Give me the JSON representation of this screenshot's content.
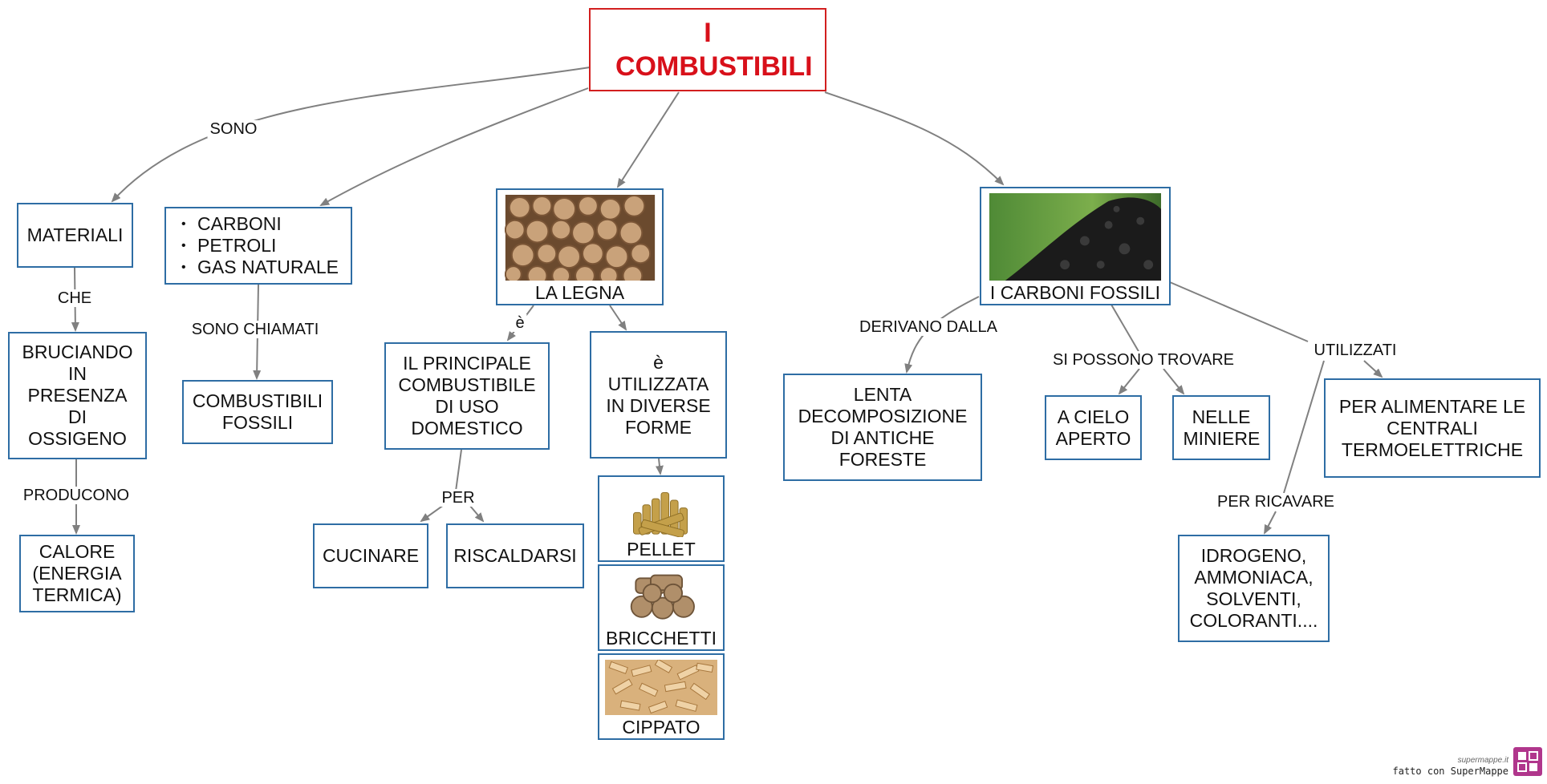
{
  "title": "I COMBUSTIBILI",
  "nodes": {
    "materiali": "MATERIALI",
    "bruciando": "BRUCIANDO IN PRESENZA DI OSSIGENO",
    "calore": "CALORE (ENERGIA TERMICA)",
    "tipi": [
      "CARBONI",
      "PETROLI",
      "GAS NATURALE"
    ],
    "combustibili_fossili": "COMBUSTIBILI FOSSILI",
    "legna": "LA LEGNA",
    "principale": "IL PRINCIPALE COMBUSTIBILE DI USO DOMESTICO",
    "utilizzata": "è UTILIZZATA IN DIVERSE FORME",
    "cucinare": "CUCINARE",
    "riscaldarsi": "RISCALDARSI",
    "pellet": "PELLET",
    "bricchetti": "BRICCHETTI",
    "cippato": "CIPPATO",
    "carboni_fossili": "I CARBONI FOSSILI",
    "lenta": "LENTA DECOMPOSIZIONE DI ANTICHE FORESTE",
    "cielo": "A CIELO APERTO",
    "miniere": "NELLE MINIERE",
    "centrali": "PER ALIMENTARE LE CENTRALI TERMOELETTRICHE",
    "idrogeno": "IDROGENO, AMMONIACA, SOLVENTI, COLORANTI...."
  },
  "links": {
    "sono": "SONO",
    "che": "CHE",
    "producono": "PRODUCONO",
    "sono_chiamati": "SONO CHIAMATI",
    "e_legna": "è",
    "per": "PER",
    "derivano": "DERIVANO DALLA",
    "si_possono": "SI POSSONO TROVARE",
    "utilizzati": "UTILIZZATI",
    "per_ricavare": "PER RICAVARE"
  },
  "footer": {
    "site": "supermappe.it",
    "credit": "fatto con SuperMappe"
  },
  "colors": {
    "node_border": "#2e6da4",
    "title_border": "#d21f1f",
    "title_text": "#d8101a",
    "connector": "#7f7f7f",
    "logo": "#b0368c"
  }
}
